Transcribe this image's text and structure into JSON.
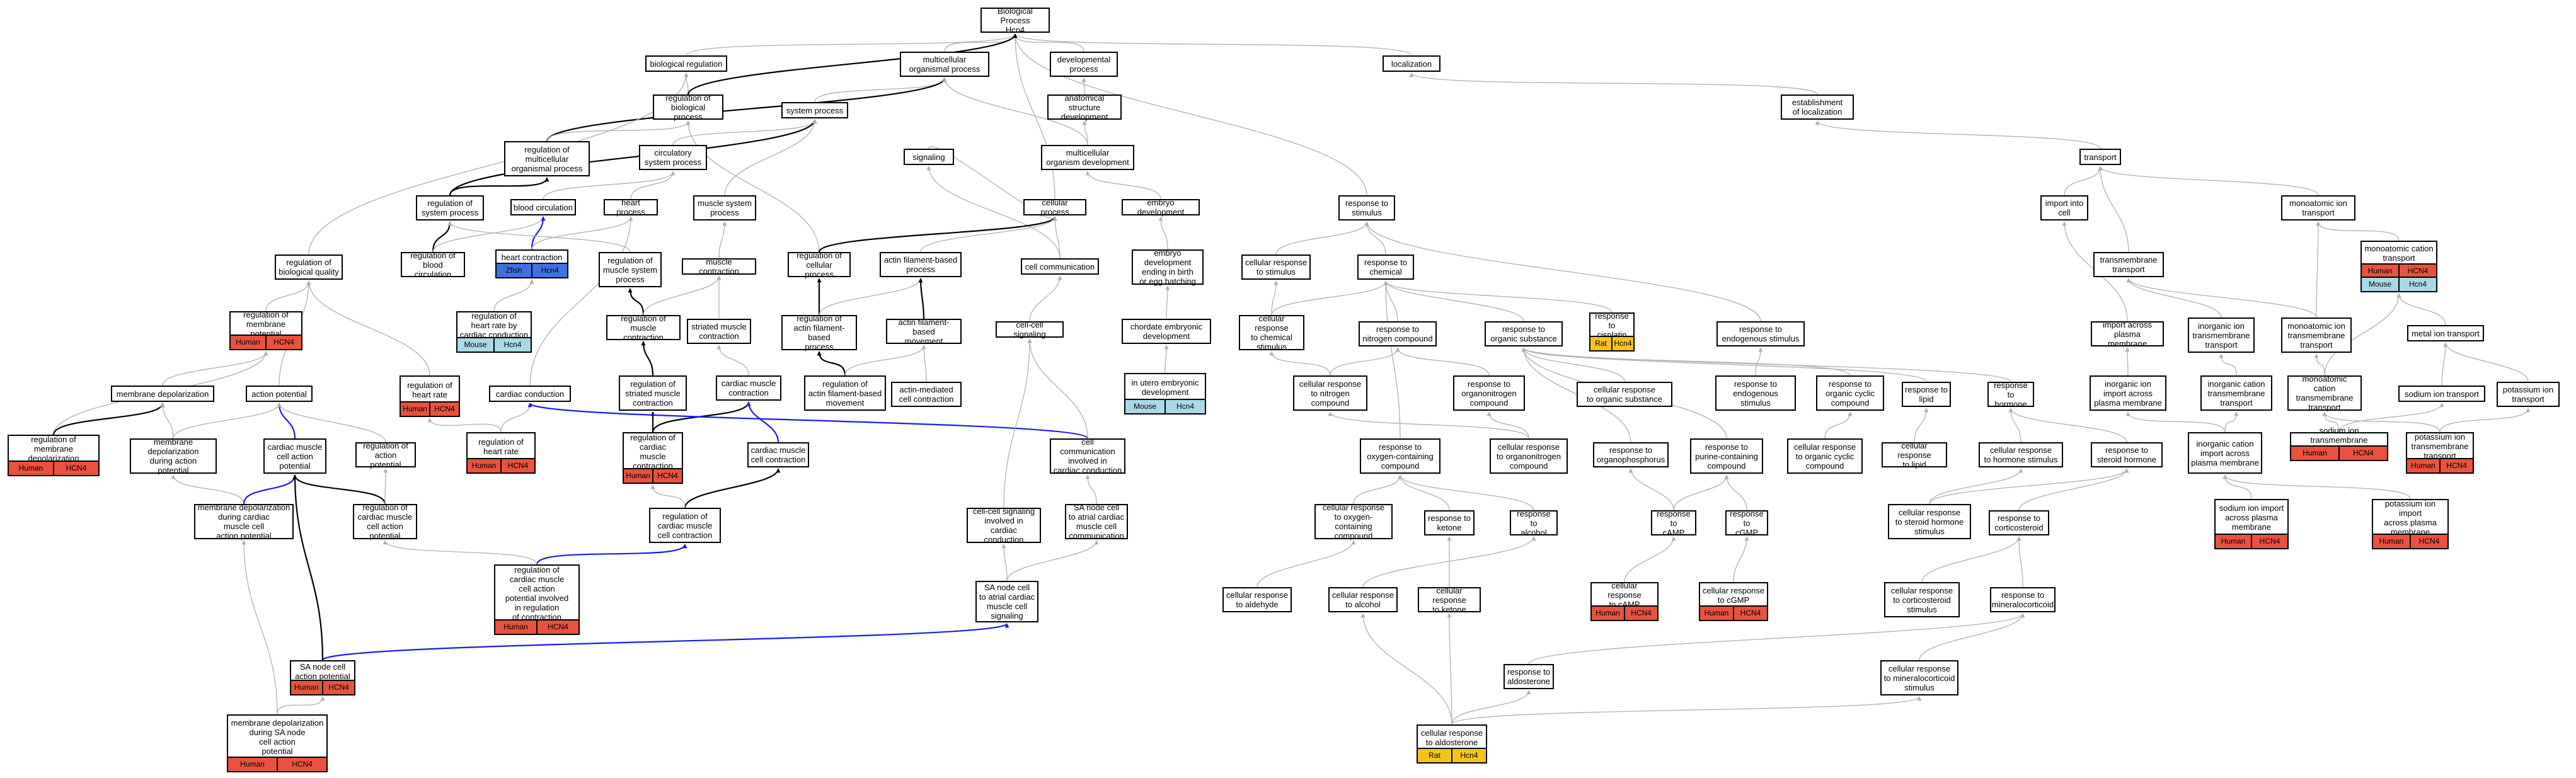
{
  "colors": {
    "human": "#e8523f",
    "mouse": "#a9d8e6",
    "zfish": "#3f72e0",
    "rat": "#f5c41b",
    "edge_gray": "#b0b0b0",
    "edge_black": "#000000",
    "edge_blue": "#1a1af0"
  },
  "nodes": {
    "n1": {
      "label": "Biological Process\nHcn4"
    },
    "n2": {
      "label": "biological regulation"
    },
    "n3": {
      "label": "multicellular\norganismal process"
    },
    "n4": {
      "label": "developmental\nprocess"
    },
    "n5": {
      "label": "localization"
    },
    "n6": {
      "label": "regulation of\nbiological process"
    },
    "n7": {
      "label": "system process"
    },
    "n8": {
      "label": "anatomical structure\ndevelopment"
    },
    "n9": {
      "label": "establishment\nof localization"
    },
    "n10": {
      "label": "regulation of\nmulticellular\norganismal process"
    },
    "n11": {
      "label": "circulatory\nsystem process"
    },
    "n12": {
      "label": "signaling"
    },
    "n13": {
      "label": "multicellular\norganism development"
    },
    "n14": {
      "label": "transport"
    },
    "n15": {
      "label": "regulation of\nsystem process"
    },
    "n16": {
      "label": "blood circulation"
    },
    "n17": {
      "label": "heart process"
    },
    "n18": {
      "label": "muscle system\nprocess"
    },
    "n19": {
      "label": "cellular process"
    },
    "n20": {
      "label": "embryo development"
    },
    "n21": {
      "label": "response to\nstimulus"
    },
    "n22": {
      "label": "import into\ncell"
    },
    "n23": {
      "label": "monoatomic ion\ntransport"
    },
    "n24": {
      "label": "regulation of\nbiological quality"
    },
    "n25": {
      "label": "regulation of\nblood circulation"
    },
    "n26": {
      "label": "heart contraction",
      "species": [
        {
          "name": "Zfish",
          "c": "zfish"
        },
        {
          "name": "Hcn4",
          "c": "zfish"
        }
      ]
    },
    "n27": {
      "label": "regulation of\nmuscle system\nprocess"
    },
    "n28": {
      "label": "muscle contraction"
    },
    "n29": {
      "label": "regulation of\ncellular process"
    },
    "n30": {
      "label": "actin filament-based\nprocess"
    },
    "n31": {
      "label": "cell communication"
    },
    "n32": {
      "label": "embryo development\nending in birth\nor egg hatching"
    },
    "n33": {
      "label": "cellular response\nto stimulus"
    },
    "n34": {
      "label": "response to\nchemical"
    },
    "n35": {
      "label": "transmembrane\ntransport"
    },
    "n36": {
      "label": "monoatomic cation\ntransport",
      "species": [
        {
          "name": "Human",
          "c": "human"
        },
        {
          "name": "HCN4",
          "c": "human"
        },
        {
          "name": "Mouse",
          "c": "mouse"
        },
        {
          "name": "Hcn4",
          "c": "mouse"
        }
      ]
    },
    "n37": {
      "label": "regulation of\nmembrane potential",
      "species": [
        {
          "name": "Human",
          "c": "human"
        },
        {
          "name": "HCN4",
          "c": "human"
        }
      ]
    },
    "n38": {
      "label": "regulation of\nheart rate by\ncardiac conduction",
      "species": [
        {
          "name": "Mouse",
          "c": "mouse"
        },
        {
          "name": "Hcn4",
          "c": "mouse"
        }
      ]
    },
    "n39": {
      "label": "regulation of\nmuscle contraction"
    },
    "n40": {
      "label": "striated muscle\ncontraction"
    },
    "n41": {
      "label": "regulation of\nactin filament-based\nprocess"
    },
    "n42": {
      "label": "actin filament-based\nmovement"
    },
    "n43": {
      "label": "cell-cell signaling"
    },
    "n44": {
      "label": "chordate embryonic\ndevelopment"
    },
    "n45": {
      "label": "cellular response\nto chemical\nstimulus"
    },
    "n46": {
      "label": "response to\nnitrogen compound"
    },
    "n47": {
      "label": "response to\norganic substance"
    },
    "n48": {
      "label": "response to\ncisplatin",
      "species": [
        {
          "name": "Rat",
          "c": "rat"
        },
        {
          "name": "Hcn4",
          "c": "rat"
        }
      ]
    },
    "n49": {
      "label": "response to\nendogenous stimulus"
    },
    "n50": {
      "label": "import across\nplasma membrane"
    },
    "n51": {
      "label": "inorganic ion\ntransmembrane\ntransport"
    },
    "n52": {
      "label": "monoatomic ion\ntransmembrane\ntransport"
    },
    "n53": {
      "label": "metal ion transport"
    },
    "n54": {
      "label": "membrane depolarization"
    },
    "n55": {
      "label": "action potential"
    },
    "n56": {
      "label": "regulation of\nheart rate",
      "species": [
        {
          "name": "Human",
          "c": "human"
        },
        {
          "name": "HCN4",
          "c": "human"
        }
      ]
    },
    "n57": {
      "label": "cardiac conduction"
    },
    "n58": {
      "label": "regulation of\nstriated muscle\ncontraction"
    },
    "n59": {
      "label": "cardiac muscle\ncontraction"
    },
    "n60": {
      "label": "regulation of\nactin filament-based\nmovement"
    },
    "n61": {
      "label": "actin-mediated\ncell contraction"
    },
    "n62": {
      "label": "in utero embryonic\ndevelopment",
      "species": [
        {
          "name": "Mouse",
          "c": "mouse"
        },
        {
          "name": "Hcn4",
          "c": "mouse"
        }
      ]
    },
    "n63": {
      "label": "cellular response\nto nitrogen\ncompound"
    },
    "n64": {
      "label": "response to\norganonitrogen\ncompound"
    },
    "n65": {
      "label": "cellular response\nto organic substance"
    },
    "n66": {
      "label": "response to\nendogenous\nstimulus"
    },
    "n67": {
      "label": "response to\norganic cyclic\ncompound"
    },
    "n68": {
      "label": "response to\nlipid"
    },
    "n69": {
      "label": "response to\nhormone"
    },
    "n70": {
      "label": "inorganic ion\nimport across\nplasma membrane"
    },
    "n71": {
      "label": "inorganic cation\ntransmembrane\ntransport"
    },
    "n72": {
      "label": "monoatomic cation\ntransmembrane\ntransport"
    },
    "n73": {
      "label": "sodium ion transport"
    },
    "n74": {
      "label": "potassium ion\ntransport"
    },
    "n75": {
      "label": "regulation of\nmembrane depolarization",
      "species": [
        {
          "name": "Human",
          "c": "human"
        },
        {
          "name": "HCN4",
          "c": "human"
        }
      ]
    },
    "n76": {
      "label": "membrane depolarization\nduring action\npotential"
    },
    "n77": {
      "label": "cardiac muscle\ncell action\npotential"
    },
    "n78": {
      "label": "regulation of\naction potential"
    },
    "n79": {
      "label": "regulation of\nheart rate",
      "species": [
        {
          "name": "Human",
          "c": "human"
        },
        {
          "name": "HCN4",
          "c": "human"
        }
      ]
    },
    "n80": {
      "label": "regulation of\ncardiac muscle\ncontraction",
      "species": [
        {
          "name": "Human",
          "c": "human"
        },
        {
          "name": "HCN4",
          "c": "human"
        }
      ]
    },
    "n81": {
      "label": "cardiac muscle\ncell contraction"
    },
    "n82": {
      "label": "cell communication\ninvolved in\ncardiac conduction"
    },
    "n83": {
      "label": "response to\noxygen-containing\ncompound"
    },
    "n84": {
      "label": "cellular response\nto organonitrogen\ncompound"
    },
    "n85": {
      "label": "response to\norganophosphorus"
    },
    "n86": {
      "label": "response to\npurine-containing\ncompound"
    },
    "n87": {
      "label": "cellular response\nto organic cyclic\ncompound"
    },
    "n88": {
      "label": "cellular response\nto lipid"
    },
    "n89": {
      "label": "cellular response\nto hormone stimulus"
    },
    "n90": {
      "label": "response to\nsteroid hormone"
    },
    "n91": {
      "label": "inorganic cation\nimport across\nplasma membrane"
    },
    "n92": {
      "label": "sodium ion transmembrane\ntransport",
      "species": [
        {
          "name": "Human",
          "c": "human"
        },
        {
          "name": "HCN4",
          "c": "human"
        }
      ]
    },
    "n93": {
      "label": "potassium ion\ntransmembrane\ntransport",
      "species": [
        {
          "name": "Human",
          "c": "human"
        },
        {
          "name": "HCN4",
          "c": "human"
        }
      ]
    },
    "n94": {
      "label": "membrane depolarization\nduring cardiac\nmuscle cell\naction potential"
    },
    "n95": {
      "label": "regulation of\ncardiac muscle\ncell action\npotential"
    },
    "n96": {
      "label": "regulation of\ncardiac muscle\ncell contraction"
    },
    "n97": {
      "label": "cell-cell signaling\ninvolved in\ncardiac conduction"
    },
    "n98": {
      "label": "SA node cell\nto atrial cardiac\nmuscle cell\ncommunication"
    },
    "n99": {
      "label": "cellular response\nto oxygen-containing\ncompound"
    },
    "n100": {
      "label": "response to\nketone"
    },
    "n101": {
      "label": "response to\nalcohol"
    },
    "n102": {
      "label": "response to\ncAMP"
    },
    "n103": {
      "label": "response to\ncGMP"
    },
    "n104": {
      "label": "cellular response\nto steroid hormone\nstimulus"
    },
    "n105": {
      "label": "response to\ncorticosteroid"
    },
    "n106": {
      "label": "sodium ion import\nacross plasma\nmembrane",
      "species": [
        {
          "name": "Human",
          "c": "human"
        },
        {
          "name": "HCN4",
          "c": "human"
        }
      ]
    },
    "n107": {
      "label": "potassium ion import\nacross plasma\nmembrane",
      "species": [
        {
          "name": "Human",
          "c": "human"
        },
        {
          "name": "HCN4",
          "c": "human"
        }
      ]
    },
    "n108": {
      "label": "regulation of\ncardiac muscle\ncell action\npotential involved\nin regulation\nof contraction",
      "species": [
        {
          "name": "Human",
          "c": "human"
        },
        {
          "name": "HCN4",
          "c": "human"
        }
      ]
    },
    "n109": {
      "label": "SA node cell\nto atrial cardiac\nmuscle cell\nsignaling"
    },
    "n110": {
      "label": "cellular response\nto aldehyde"
    },
    "n111": {
      "label": "cellular response\nto alcohol"
    },
    "n112": {
      "label": "cellular response\nto ketone"
    },
    "n113": {
      "label": "cellular response\nto cAMP",
      "species": [
        {
          "name": "Human",
          "c": "human"
        },
        {
          "name": "HCN4",
          "c": "human"
        }
      ]
    },
    "n114": {
      "label": "cellular response\nto cGMP",
      "species": [
        {
          "name": "Human",
          "c": "human"
        },
        {
          "name": "HCN4",
          "c": "human"
        }
      ]
    },
    "n115": {
      "label": "cellular response\nto corticosteroid\nstimulus"
    },
    "n116": {
      "label": "response to\nmineralocorticoid"
    },
    "n117": {
      "label": "SA node cell\naction potential",
      "species": [
        {
          "name": "Human",
          "c": "human"
        },
        {
          "name": "HCN4",
          "c": "human"
        }
      ]
    },
    "n118": {
      "label": "response to\naldosterone"
    },
    "n119": {
      "label": "cellular response\nto mineralocorticoid\nstimulus"
    },
    "n120": {
      "label": "membrane depolarization\nduring SA node\ncell action\npotential",
      "species": [
        {
          "name": "Human",
          "c": "human"
        },
        {
          "name": "HCN4",
          "c": "human"
        }
      ]
    },
    "n121": {
      "label": "cellular response\nto aldosterone",
      "species": [
        {
          "name": "Rat",
          "c": "rat"
        },
        {
          "name": "Hcn4",
          "c": "rat"
        }
      ]
    }
  },
  "edges": [
    [
      "n2",
      "n1",
      "g"
    ],
    [
      "n3",
      "n1",
      "g"
    ],
    [
      "n4",
      "n1",
      "g"
    ],
    [
      "n5",
      "n1",
      "g"
    ],
    [
      "n19",
      "n1",
      "g"
    ],
    [
      "n21",
      "n1",
      "g"
    ],
    [
      "n6",
      "n2",
      "g"
    ],
    [
      "n6",
      "n1",
      "k"
    ],
    [
      "n7",
      "n3",
      "g"
    ],
    [
      "n10",
      "n3",
      "k"
    ],
    [
      "n13",
      "n3",
      "g"
    ],
    [
      "n8",
      "n4",
      "g"
    ],
    [
      "n9",
      "n5",
      "g"
    ],
    [
      "n10",
      "n6",
      "g"
    ],
    [
      "n24",
      "n2",
      "g"
    ],
    [
      "n11",
      "n7",
      "g"
    ],
    [
      "n15",
      "n7",
      "k"
    ],
    [
      "n18",
      "n7",
      "g"
    ],
    [
      "n13",
      "n8",
      "g"
    ],
    [
      "n14",
      "n9",
      "g"
    ],
    [
      "n15",
      "n10",
      "k"
    ],
    [
      "n16",
      "n11",
      "g"
    ],
    [
      "n17",
      "n11",
      "g"
    ],
    [
      "n12",
      "n19",
      "g"
    ],
    [
      "n31",
      "n12",
      "g"
    ],
    [
      "n20",
      "n13",
      "g"
    ],
    [
      "n22",
      "n14",
      "g"
    ],
    [
      "n23",
      "n14",
      "g"
    ],
    [
      "n35",
      "n14",
      "g"
    ],
    [
      "n25",
      "n15",
      "k"
    ],
    [
      "n25",
      "n16",
      "g"
    ],
    [
      "n26",
      "n16",
      "b"
    ],
    [
      "n26",
      "n17",
      "g"
    ],
    [
      "n27",
      "n15",
      "g"
    ],
    [
      "n28",
      "n18",
      "g"
    ],
    [
      "n29",
      "n6",
      "g"
    ],
    [
      "n29",
      "n19",
      "k"
    ],
    [
      "n30",
      "n19",
      "g"
    ],
    [
      "n31",
      "n19",
      "g"
    ],
    [
      "n32",
      "n20",
      "g"
    ],
    [
      "n33",
      "n21",
      "g"
    ],
    [
      "n34",
      "n21",
      "g"
    ],
    [
      "n36",
      "n23",
      "g"
    ],
    [
      "n37",
      "n24",
      "g"
    ],
    [
      "n38",
      "n26",
      "g"
    ],
    [
      "n39",
      "n27",
      "k"
    ],
    [
      "n39",
      "n28",
      "g"
    ],
    [
      "n40",
      "n28",
      "g"
    ],
    [
      "n41",
      "n29",
      "k"
    ],
    [
      "n41",
      "n30",
      "g"
    ],
    [
      "n42",
      "n30",
      "k"
    ],
    [
      "n43",
      "n31",
      "g"
    ],
    [
      "n44",
      "n32",
      "g"
    ],
    [
      "n45",
      "n33",
      "g"
    ],
    [
      "n45",
      "n34",
      "g"
    ],
    [
      "n46",
      "n34",
      "g"
    ],
    [
      "n47",
      "n34",
      "g"
    ],
    [
      "n48",
      "n34",
      "g"
    ],
    [
      "n49",
      "n21",
      "g"
    ],
    [
      "n50",
      "n22",
      "g"
    ],
    [
      "n51",
      "n35",
      "g"
    ],
    [
      "n52",
      "n35",
      "g"
    ],
    [
      "n52",
      "n23",
      "g"
    ],
    [
      "n53",
      "n36",
      "g"
    ],
    [
      "n54",
      "n37",
      "g"
    ],
    [
      "n55",
      "n24",
      "g"
    ],
    [
      "n56",
      "n24",
      "g"
    ],
    [
      "n57",
      "n17",
      "g"
    ],
    [
      "n58",
      "n39",
      "k"
    ],
    [
      "n59",
      "n40",
      "g"
    ],
    [
      "n60",
      "n41",
      "k"
    ],
    [
      "n60",
      "n42",
      "g"
    ],
    [
      "n61",
      "n42",
      "g"
    ],
    [
      "n62",
      "n44",
      "g"
    ],
    [
      "n63",
      "n45",
      "g"
    ],
    [
      "n63",
      "n46",
      "g"
    ],
    [
      "n64",
      "n46",
      "g"
    ],
    [
      "n65",
      "n47",
      "g"
    ],
    [
      "n66",
      "n49",
      "g"
    ],
    [
      "n67",
      "n47",
      "g"
    ],
    [
      "n68",
      "n47",
      "g"
    ],
    [
      "n69",
      "n47",
      "g"
    ],
    [
      "n70",
      "n50",
      "g"
    ],
    [
      "n71",
      "n51",
      "g"
    ],
    [
      "n72",
      "n52",
      "g"
    ],
    [
      "n72",
      "n36",
      "g"
    ],
    [
      "n73",
      "n53",
      "g"
    ],
    [
      "n74",
      "n53",
      "g"
    ],
    [
      "n75",
      "n37",
      "g"
    ],
    [
      "n75",
      "n54",
      "k"
    ],
    [
      "n76",
      "n54",
      "g"
    ],
    [
      "n76",
      "n55",
      "g"
    ],
    [
      "n77",
      "n55",
      "b"
    ],
    [
      "n78",
      "n55",
      "g"
    ],
    [
      "n79",
      "n56",
      "g"
    ],
    [
      "n79",
      "n57",
      "g"
    ],
    [
      "n80",
      "n58",
      "k"
    ],
    [
      "n80",
      "n59",
      "k"
    ],
    [
      "n81",
      "n59",
      "b"
    ],
    [
      "n82",
      "n57",
      "b"
    ],
    [
      "n82",
      "n43",
      "g"
    ],
    [
      "n83",
      "n34",
      "g"
    ],
    [
      "n84",
      "n63",
      "g"
    ],
    [
      "n84",
      "n64",
      "g"
    ],
    [
      "n85",
      "n47",
      "g"
    ],
    [
      "n86",
      "n47",
      "g"
    ],
    [
      "n87",
      "n67",
      "g"
    ],
    [
      "n88",
      "n68",
      "g"
    ],
    [
      "n89",
      "n69",
      "g"
    ],
    [
      "n90",
      "n69",
      "g"
    ],
    [
      "n91",
      "n70",
      "g"
    ],
    [
      "n91",
      "n71",
      "g"
    ],
    [
      "n92",
      "n73",
      "g"
    ],
    [
      "n92",
      "n72",
      "g"
    ],
    [
      "n93",
      "n74",
      "g"
    ],
    [
      "n93",
      "n72",
      "g"
    ],
    [
      "n94",
      "n76",
      "g"
    ],
    [
      "n94",
      "n77",
      "b"
    ],
    [
      "n95",
      "n77",
      "k"
    ],
    [
      "n95",
      "n78",
      "g"
    ],
    [
      "n96",
      "n81",
      "k"
    ],
    [
      "n96",
      "n80",
      "g"
    ],
    [
      "n97",
      "n43",
      "g"
    ],
    [
      "n98",
      "n82",
      "g"
    ],
    [
      "n99",
      "n83",
      "g"
    ],
    [
      "n100",
      "n83",
      "g"
    ],
    [
      "n101",
      "n83",
      "g"
    ],
    [
      "n102",
      "n85",
      "g"
    ],
    [
      "n102",
      "n86",
      "g"
    ],
    [
      "n103",
      "n86",
      "g"
    ],
    [
      "n104",
      "n89",
      "g"
    ],
    [
      "n104",
      "n90",
      "g"
    ],
    [
      "n105",
      "n90",
      "g"
    ],
    [
      "n106",
      "n91",
      "g"
    ],
    [
      "n107",
      "n91",
      "g"
    ],
    [
      "n108",
      "n96",
      "b"
    ],
    [
      "n108",
      "n95",
      "g"
    ],
    [
      "n109",
      "n97",
      "g"
    ],
    [
      "n109",
      "n98",
      "g"
    ],
    [
      "n110",
      "n99",
      "g"
    ],
    [
      "n111",
      "n101",
      "g"
    ],
    [
      "n112",
      "n100",
      "g"
    ],
    [
      "n113",
      "n102",
      "g"
    ],
    [
      "n114",
      "n103",
      "g"
    ],
    [
      "n115",
      "n105",
      "g"
    ],
    [
      "n116",
      "n105",
      "g"
    ],
    [
      "n117",
      "n109",
      "b"
    ],
    [
      "n117",
      "n77",
      "k"
    ],
    [
      "n118",
      "n116",
      "g"
    ],
    [
      "n119",
      "n116",
      "g"
    ],
    [
      "n120",
      "n94",
      "g"
    ],
    [
      "n120",
      "n117",
      "g"
    ],
    [
      "n121",
      "n118",
      "g"
    ],
    [
      "n121",
      "n119",
      "g"
    ],
    [
      "n121",
      "n112",
      "g"
    ],
    [
      "n121",
      "n111",
      "g"
    ]
  ]
}
